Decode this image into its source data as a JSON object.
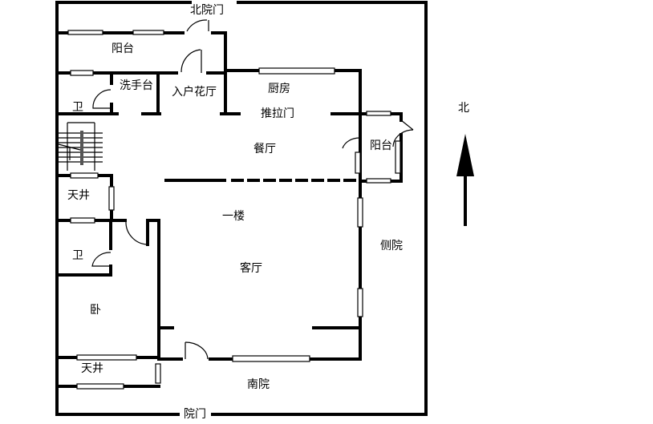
{
  "title": "一楼",
  "rooms": {
    "north_gate": "北院门",
    "balcony_north": "阳台",
    "wash_basin": "洗手台",
    "entry_hall": "入户花厅",
    "kitchen": "厨房",
    "sliding_door": "推拉门",
    "bath_upper": "卫",
    "dining": "餐厅",
    "balcony_side": "阳台",
    "skywell_upper": "天井",
    "bath_lower": "卫",
    "living": "客厅",
    "side_yard": "侧院",
    "bedroom": "卧",
    "skywell_lower": "天井",
    "south_yard": "南院",
    "yard_gate": "院门"
  },
  "compass": {
    "label": "北",
    "icon": "north-arrow-icon"
  }
}
